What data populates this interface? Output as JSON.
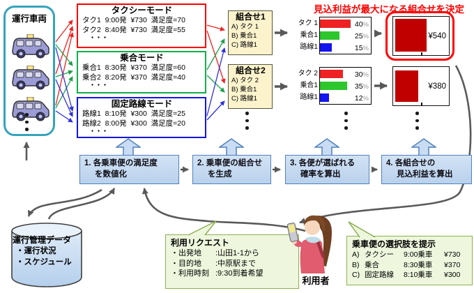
{
  "title": "見込利益が最大になる組合せを決定",
  "fleet": {
    "label": "運行車両"
  },
  "modes": [
    {
      "title": "タクシーモード",
      "color": "#FF0000",
      "rows": [
        "タク1  9:00発  ¥730  満足度=70",
        "タク2  8:40発  ¥730  満足度=55"
      ],
      "more": "・・・"
    },
    {
      "title": "乗合モード",
      "color": "#0FAF4B",
      "rows": [
        "乗合1  8:30発  ¥370  満足度=60",
        "乗合2  8:20発  ¥370  満足度=40"
      ],
      "more": "・・・"
    },
    {
      "title": "固定路線モード",
      "color": "#1414E6",
      "rows": [
        "路線1  8:10発  ¥300  満足度=25",
        "路線2  8:00発  ¥300  満足度=20"
      ],
      "more": "・・・"
    }
  ],
  "combos": [
    {
      "title": "組合せ1",
      "items": [
        "A) タク 1",
        "B) 乗合1",
        "C) 路線1"
      ],
      "probabilities": [
        {
          "label": "タク 1",
          "value": 40,
          "color": "#EE2222"
        },
        {
          "label": "乗合1",
          "value": 25,
          "color": "#2DC62D"
        },
        {
          "label": "路線1",
          "value": 15,
          "color": "#1414EE"
        }
      ],
      "profit": "¥540",
      "selected": true
    },
    {
      "title": "組合せ2",
      "items": [
        "A) タク 2",
        "B) 乗合1",
        "C) 路線1"
      ],
      "probabilities": [
        {
          "label": "タク 2",
          "value": 30,
          "color": "#EE2222"
        },
        {
          "label": "乗合1",
          "value": 35,
          "color": "#2DC62D"
        },
        {
          "label": "路線1",
          "value": 12,
          "color": "#1414EE"
        }
      ],
      "profit": "¥380",
      "selected": false
    }
  ],
  "steps": [
    {
      "line1": "1. 各乗車便の満足度",
      "line2": "を数値化"
    },
    {
      "line1": "2. 乗車便の組合せ",
      "line2": "を生成"
    },
    {
      "line1": "3. 各便が選ばれる",
      "line2": "確率を算出"
    },
    {
      "line1": "4. 各組合せの",
      "line2": "見込利益を算出"
    }
  ],
  "database": {
    "title": "運行管理データ",
    "items": [
      "・運行状況",
      "・スケジュール"
    ]
  },
  "request": {
    "title": "利用リクエスト",
    "rows": [
      {
        "label": "・出発地",
        "value": ":山田1-1から"
      },
      {
        "label": "・目的地",
        "value": ":中原駅まで"
      },
      {
        "label": "・利用時刻",
        "value": ":9:30到着希望"
      }
    ]
  },
  "options": {
    "title": "乗車便の選択肢を提示",
    "rows": [
      {
        "code": "A)",
        "name": "タクシー",
        "time": "9:00乗車",
        "fare": "¥730"
      },
      {
        "code": "B)",
        "name": "乗合",
        "time": "8:30乗車",
        "fare": "¥370"
      },
      {
        "code": "C)",
        "name": "固定路線",
        "time": "8:10乗車",
        "fare": "¥300"
      }
    ]
  },
  "user": {
    "label": "利用者"
  },
  "colors": {
    "taxi": "#FF0000",
    "share": "#0FAF4B",
    "fixed": "#1414E6",
    "profit_bar": "#C00000",
    "highlight": "#FF0000"
  },
  "chart_data": [
    {
      "type": "bar",
      "categories": [
        "タク 1",
        "乗合1",
        "路線1"
      ],
      "values": [
        40,
        25,
        15
      ],
      "unit": "%"
    },
    {
      "type": "bar",
      "categories": [
        "タク 2",
        "乗合1",
        "路線1"
      ],
      "values": [
        30,
        35,
        12
      ],
      "unit": "%"
    },
    {
      "type": "bar",
      "categories": [
        "組合せ1",
        "組合せ2"
      ],
      "values": [
        540,
        380
      ],
      "unit": "¥"
    }
  ]
}
